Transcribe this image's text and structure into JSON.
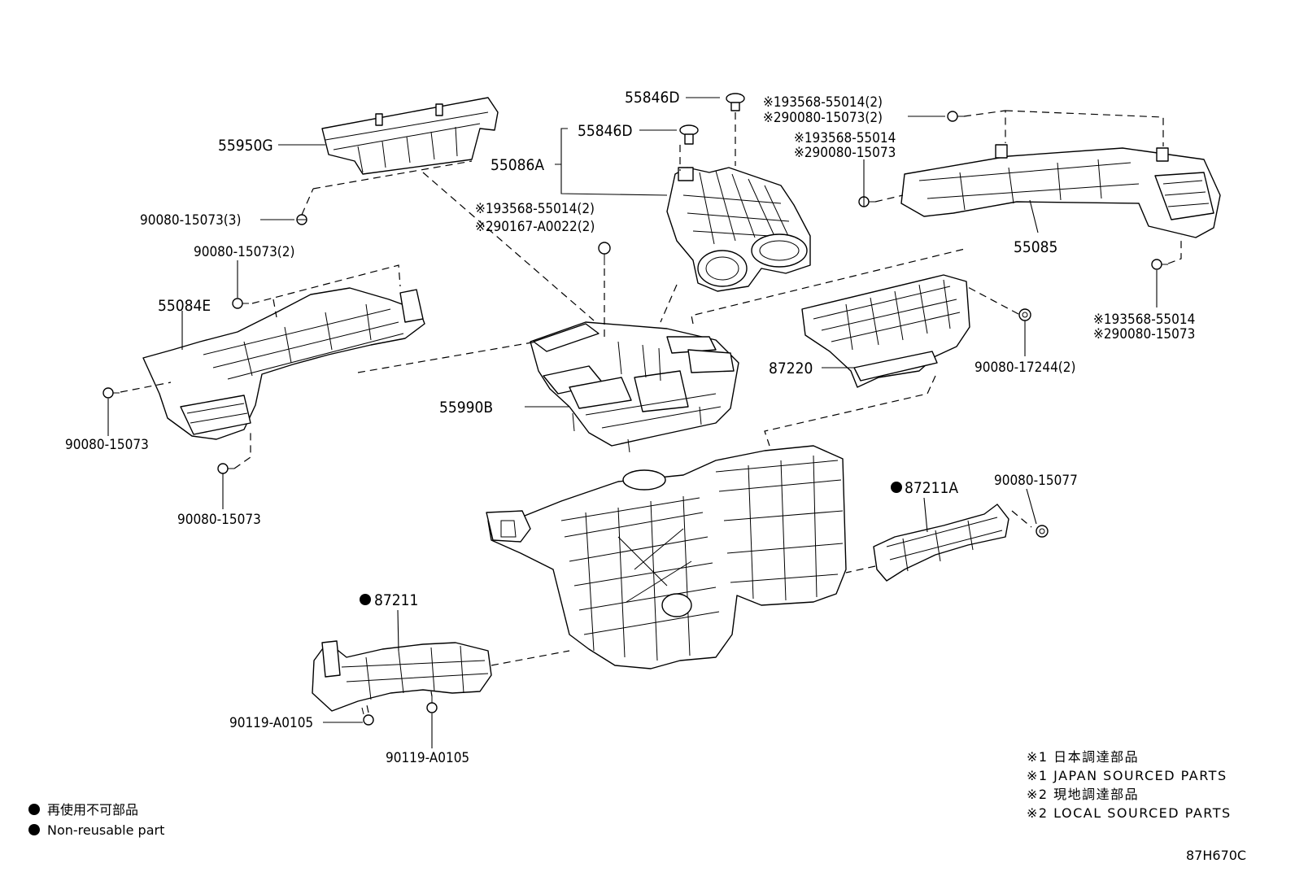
{
  "labels": {
    "p55846D_top": "55846D",
    "p55846D": "55846D",
    "p55950G": "55950G",
    "p55086A": "55086A",
    "p90080_15073_3": "90080-15073(3)",
    "p93568_55014_2_A": "※193568-55014(2)",
    "p90167_A0022_2": "※290167-A0022(2)",
    "p90080_15073_2_A": "90080-15073(2)",
    "p55084E": "55084E",
    "p90080_15073_L1": "90080-15073",
    "p90080_15073_L2": "90080-15073",
    "p55990B": "55990B",
    "p93568_55014_2_B": "※193568-55014(2)",
    "p90080_15073_2_B": "※290080-15073(2)",
    "p93568_55014_C": "※193568-55014",
    "p90080_15073_C": "※290080-15073",
    "p55085": "55085",
    "p93568_55014_D": "※193568-55014",
    "p90080_15073_D": "※290080-15073",
    "p87220": "87220",
    "p90080_17244_2": "90080-17244(2)",
    "p87211A": "87211A",
    "p90080_15077": "90080-15077",
    "p87211": "87211",
    "p90119_A0105_A": "90119-A0105",
    "p90119_A0105_B": "90119-A0105"
  },
  "notes": {
    "n1_jp": "※1 日本調達部品",
    "n1_en": "※1 JAPAN SOURCED PARTS",
    "n2_jp": "※2 現地調達部品",
    "n2_en": "※2 LOCAL SOURCED PARTS"
  },
  "legend": {
    "jp": "再使用不可部品",
    "en": "Non-reusable part"
  },
  "drawing_code": "87H670C"
}
